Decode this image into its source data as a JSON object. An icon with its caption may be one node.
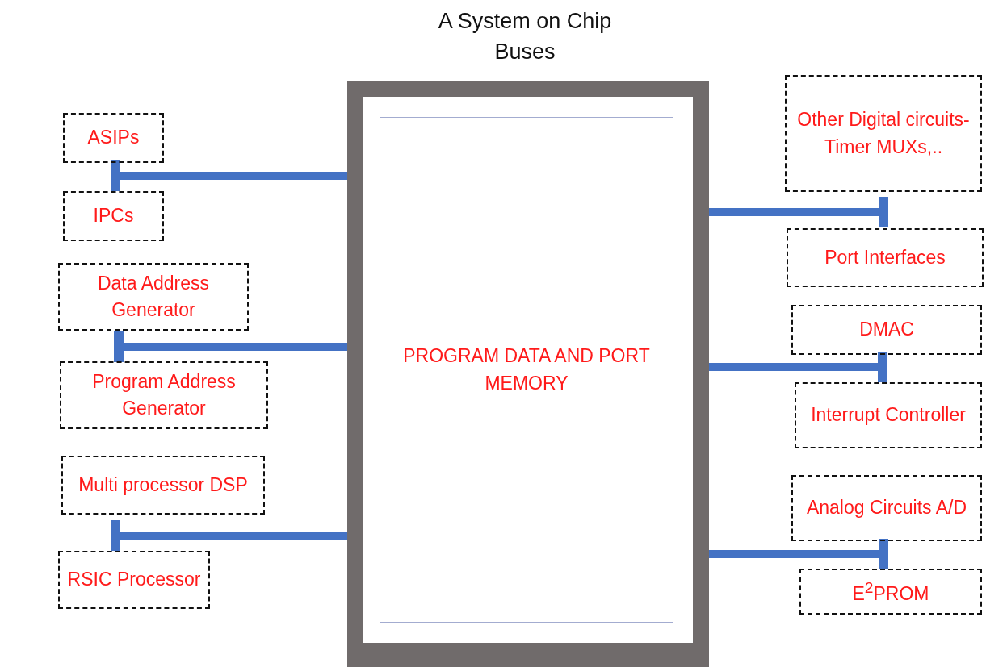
{
  "diagram": {
    "title": "A System on Chip Buses",
    "nodes": [
      {
        "text": [],
        "shape": "box"
      },
      {
        "text": [
          "PROGRAM DATA AND PORT MEMORY"
        ],
        "in": 0
      },
      {
        "text": [
          "ASIPs"
        ]
      },
      {
        "text": [
          "IPCs"
        ]
      },
      {
        "text": [
          "Data Address Generator"
        ]
      },
      {
        "text": [
          "Program Address Generator"
        ]
      },
      {
        "text": [
          "Multi processor DSP"
        ]
      },
      {
        "text": [
          "RSIC Processor"
        ]
      },
      {
        "text": [
          "Other Digital circuits-Timer MUXs,.."
        ]
      },
      {
        "text": [
          "Port Interfaces"
        ]
      },
      {
        "text": [
          "DMAC"
        ]
      },
      {
        "text": [
          "Interrupt Controller"
        ]
      },
      {
        "text": [
          "Analog Circuits A/D"
        ]
      },
      {
        "text": [
          "E$^{2}$PROM"
        ]
      }
    ],
    "edges": [
      {
        "from": 0,
        "to": 2,
        "arrow": "other"
      },
      {
        "from": 0,
        "to": 3,
        "arrow": "other"
      },
      {
        "from": 0,
        "to": 4,
        "arrow": "other"
      },
      {
        "from": 0,
        "to": 5,
        "arrow": "other"
      },
      {
        "from": 0,
        "to": 6,
        "arrow": "other"
      },
      {
        "from": 0,
        "to": 7,
        "arrow": "other"
      },
      {
        "from": 0,
        "to": 8,
        "arrow": "other"
      },
      {
        "from": 0,
        "to": 9,
        "arrow": "other"
      },
      {
        "from": 0,
        "to": 10,
        "arrow": "other"
      },
      {
        "from": 0,
        "to": 11,
        "arrow": "other"
      },
      {
        "from": 0,
        "to": 12,
        "arrow": "other"
      },
      {
        "from": 0,
        "to": 13,
        "arrow": "other"
      }
    ]
  }
}
